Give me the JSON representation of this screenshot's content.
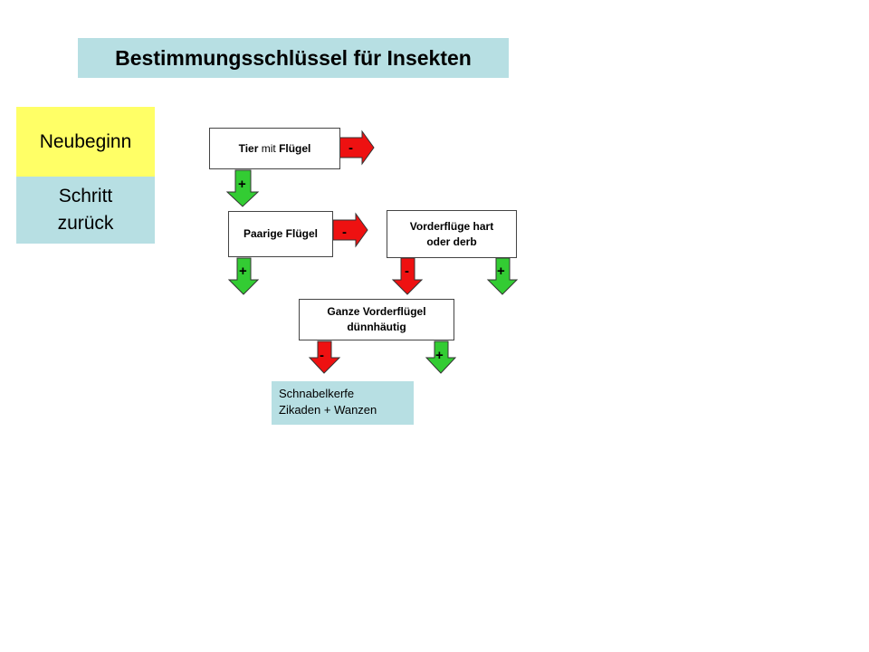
{
  "title": "Bestimmungsschlüssel für Insekten",
  "nav": {
    "restart_label": "Neubeginn",
    "back_line1": "Schritt",
    "back_line2": "zurück"
  },
  "nodes": {
    "wings": {
      "part1": "Tier",
      "part2": "mit",
      "part3": "Flügel"
    },
    "paired_wings": "Paarige Flügel",
    "forewings_hard": {
      "line1": "Vorderflüge hart",
      "line2": "oder derb"
    },
    "whole_forewings": {
      "line1": "Ganze Vorderflügel",
      "line2": "dünnhäutig"
    }
  },
  "result": {
    "line1": "Schnabelkerfe",
    "line2": "Zikaden + Wanzen"
  },
  "signs": {
    "yes": "+",
    "no": "-"
  },
  "colors": {
    "yes_arrow": "#33cc33",
    "no_arrow": "#ee1111",
    "panel": "#b7dfe3",
    "restart": "#ffff66"
  }
}
